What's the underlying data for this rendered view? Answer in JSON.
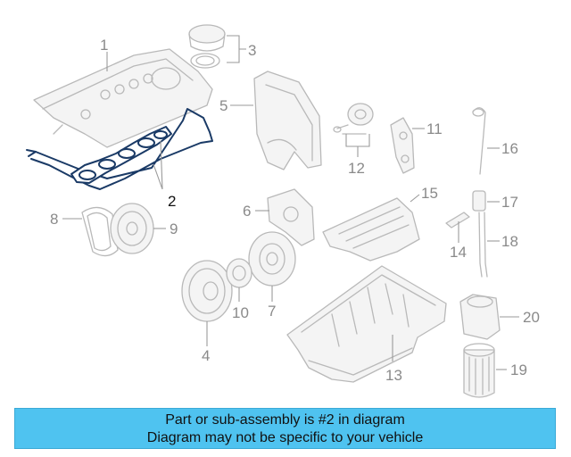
{
  "diagram": {
    "callouts": [
      "1",
      "2",
      "3",
      "4",
      "5",
      "6",
      "7",
      "8",
      "9",
      "10",
      "11",
      "12",
      "13",
      "14",
      "15",
      "16",
      "17",
      "18",
      "19",
      "20"
    ],
    "highlighted_part": "2"
  },
  "banner": {
    "line1": "Part or sub-assembly is #2 in diagram",
    "line2": "Diagram may not be specific to your vehicle",
    "color": "#4fc3f0"
  },
  "colors": {
    "highlight_stroke": "#1a3a66",
    "part_stroke": "#b9b9b9",
    "callout_text": "#8a8a8a"
  }
}
